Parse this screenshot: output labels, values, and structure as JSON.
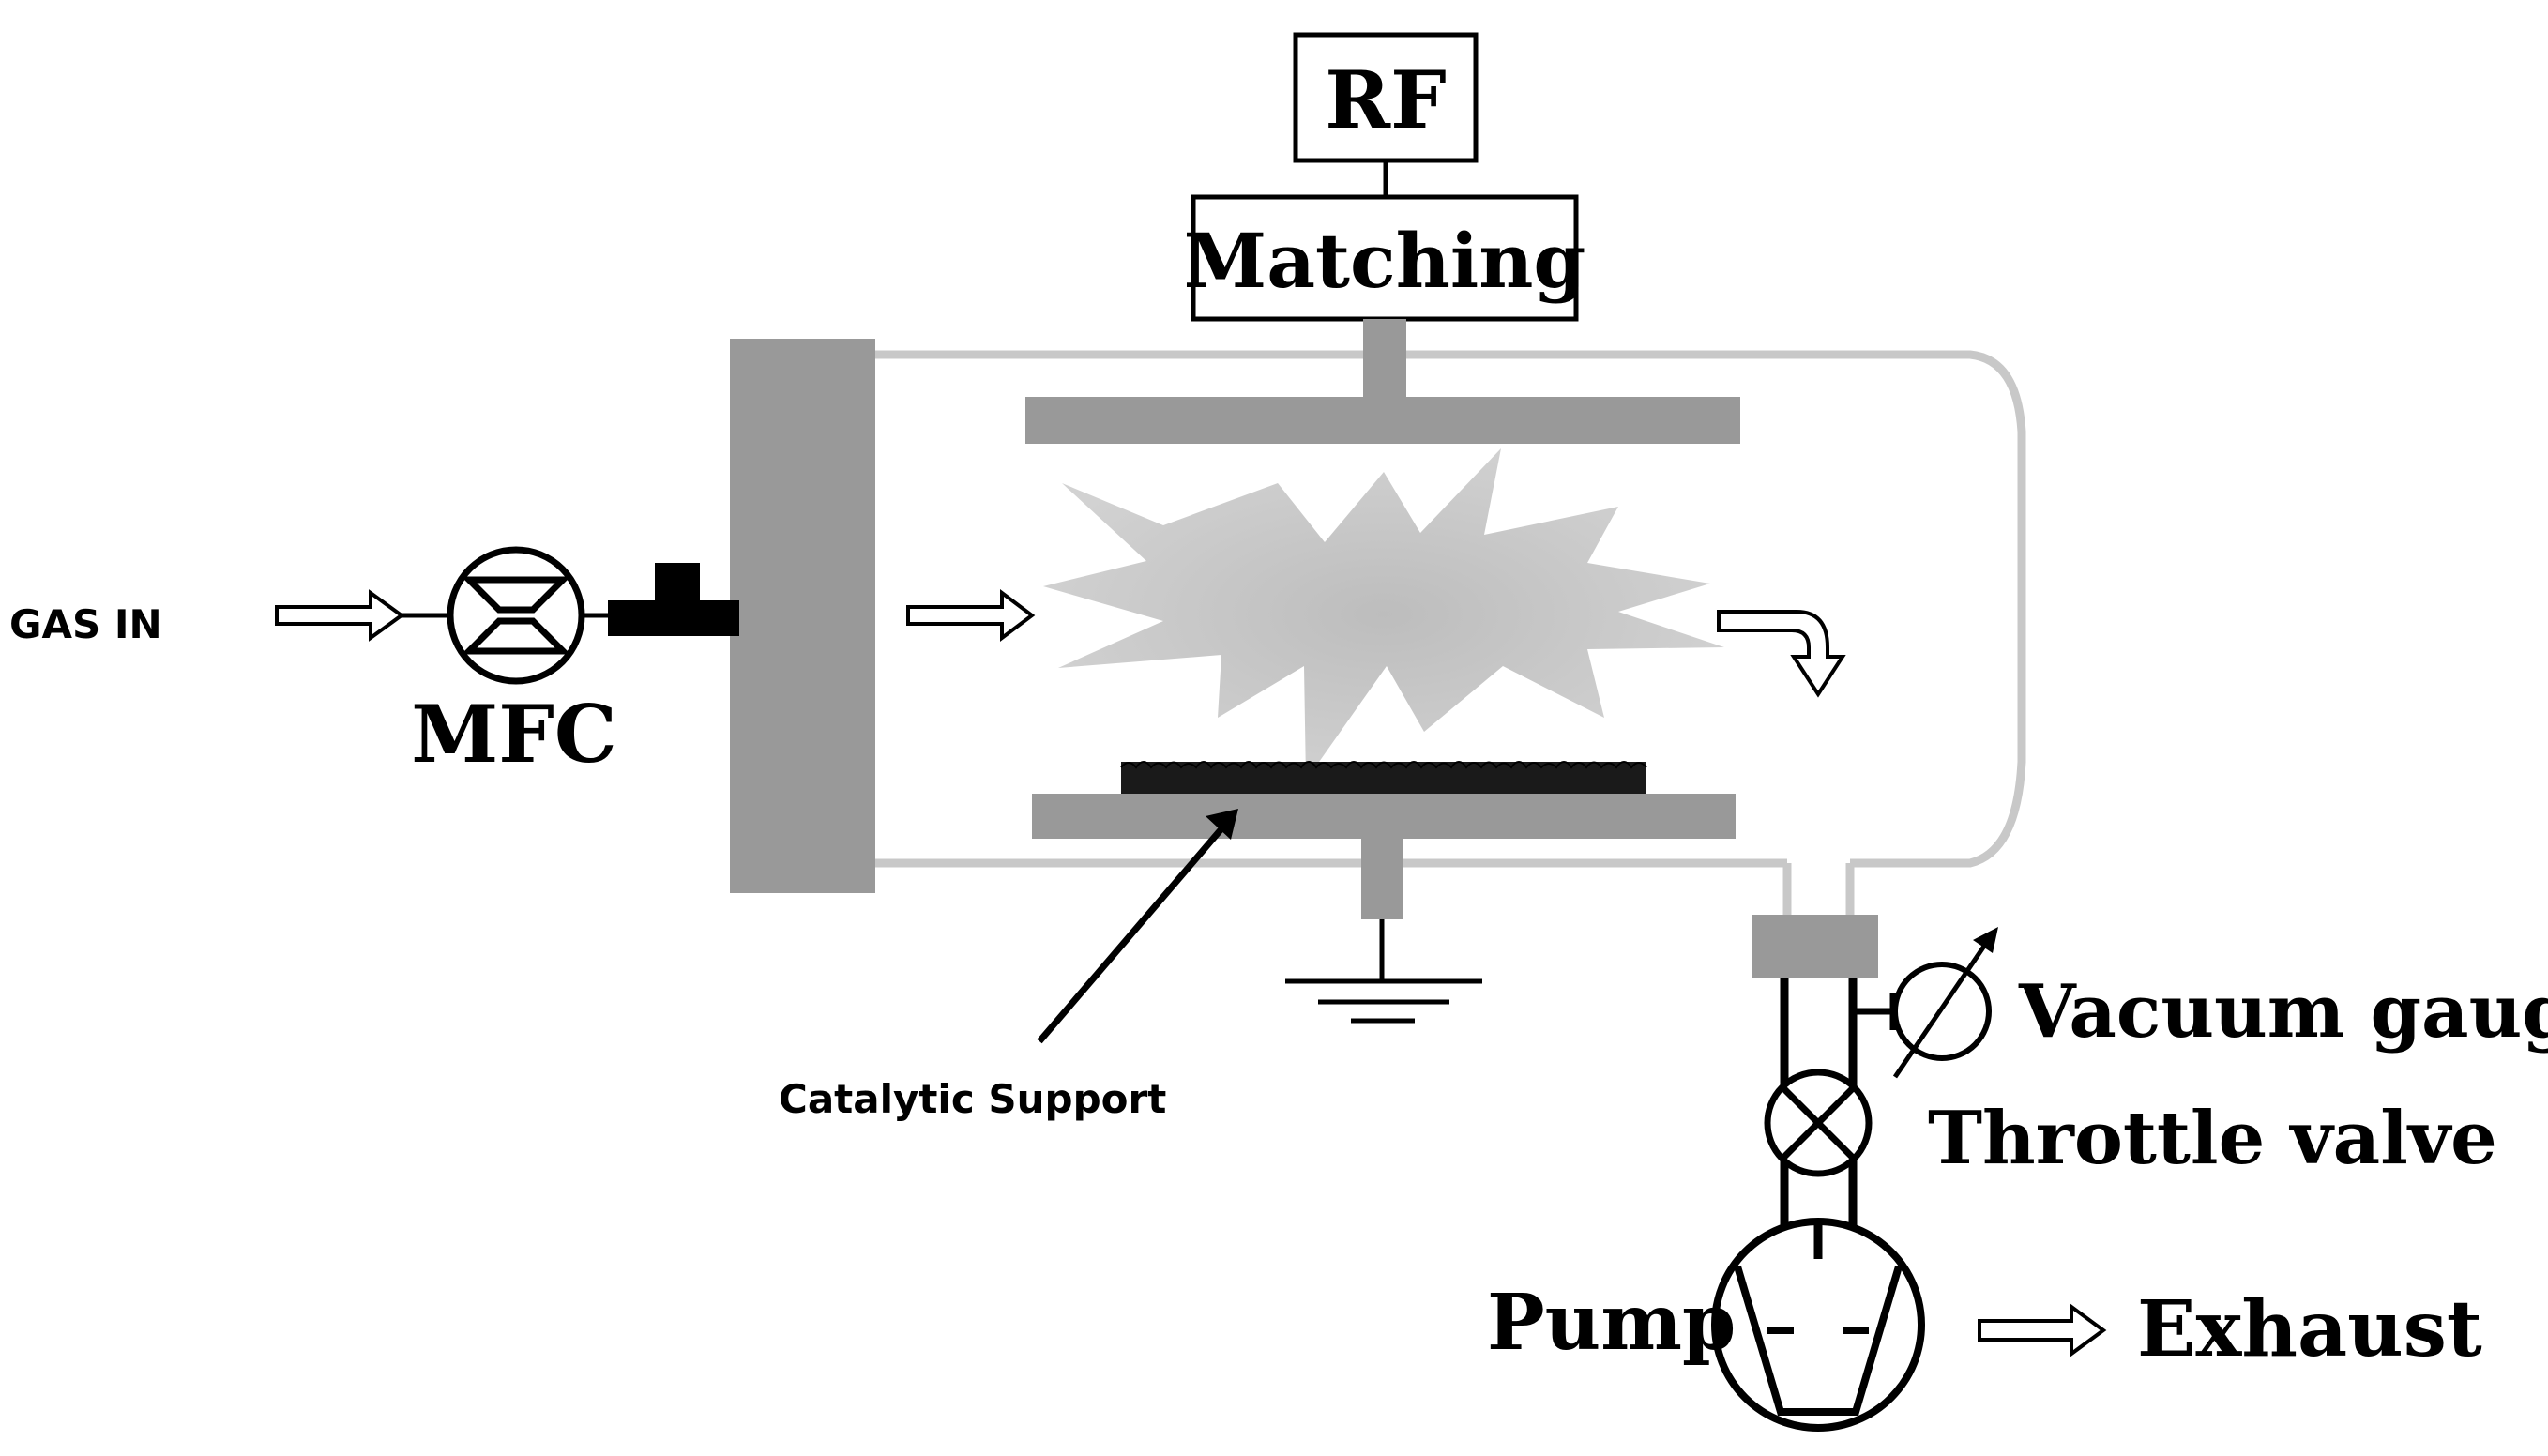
{
  "labels": {
    "rf": "RF",
    "matching": "Matching",
    "gas_in": "GAS IN",
    "mfc": "MFC",
    "catalytic_support": "Catalytic Support",
    "vacuum_gauge": "Vacuum gauge",
    "throttle_valve": "Throttle valve",
    "pump": "Pump",
    "exhaust": "Exhaust"
  },
  "colors": {
    "line": "#000000",
    "electrode": "#999999",
    "chamber_wall": "#c8c8c8",
    "plasma": "#c4c4c4",
    "background": "#ffffff"
  }
}
